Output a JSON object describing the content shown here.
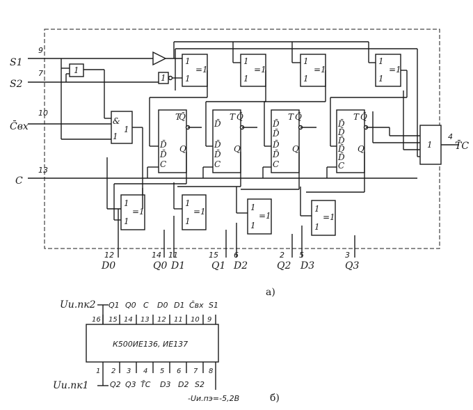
{
  "diagram_a": {
    "inputs": [
      {
        "label": "S1",
        "pin": "9"
      },
      {
        "label": "S2",
        "pin": "7"
      },
      {
        "label": "C̄вх",
        "pin": "10"
      },
      {
        "label": "C",
        "pin": "13"
      }
    ],
    "output": {
      "label": "T̄C",
      "pin": "4"
    },
    "bottom_pins": [
      {
        "pin": "12",
        "label": "D0"
      },
      {
        "pin": "14",
        "label": "Q0"
      },
      {
        "pin": "11",
        "label": "D1"
      },
      {
        "pin": "15",
        "label": "Q1"
      },
      {
        "pin": "6",
        "label": "D2"
      },
      {
        "pin": "2",
        "label": "Q2"
      },
      {
        "pin": "5",
        "label": "D3"
      },
      {
        "pin": "3",
        "label": "Q3"
      }
    ],
    "gate_labels": {
      "or": "1",
      "xor": "=1",
      "one": "1",
      "amp": "&",
      "ff_t": "T",
      "ff_d": "D",
      "ff_q": "Q",
      "ff_qbar": "Q̄",
      "ff_dbar": "D̄",
      "ff_c": "C"
    },
    "caption": "а)"
  },
  "diagram_b": {
    "chip_label": "К500ИЕ136, ИЕ137",
    "top_supply": "Uи.пк2",
    "bottom_supply": "Uи.пк1",
    "vee_label": "-Uи.пэ=-5,2В",
    "top_pins": [
      {
        "num": "16",
        "name": ""
      },
      {
        "num": "15",
        "name": "Q1"
      },
      {
        "num": "14",
        "name": "Q0"
      },
      {
        "num": "13",
        "name": "C"
      },
      {
        "num": "12",
        "name": "D0"
      },
      {
        "num": "11",
        "name": "D1"
      },
      {
        "num": "10",
        "name": "C̄вх"
      },
      {
        "num": "9",
        "name": "S1"
      }
    ],
    "bottom_pins": [
      {
        "num": "1",
        "name": ""
      },
      {
        "num": "2",
        "name": "Q2"
      },
      {
        "num": "3",
        "name": "Q3"
      },
      {
        "num": "4",
        "name": "T̄C"
      },
      {
        "num": "5",
        "name": "D3"
      },
      {
        "num": "6",
        "name": "D2"
      },
      {
        "num": "7",
        "name": "S2"
      },
      {
        "num": "8",
        "name": ""
      }
    ],
    "caption": "б)"
  }
}
